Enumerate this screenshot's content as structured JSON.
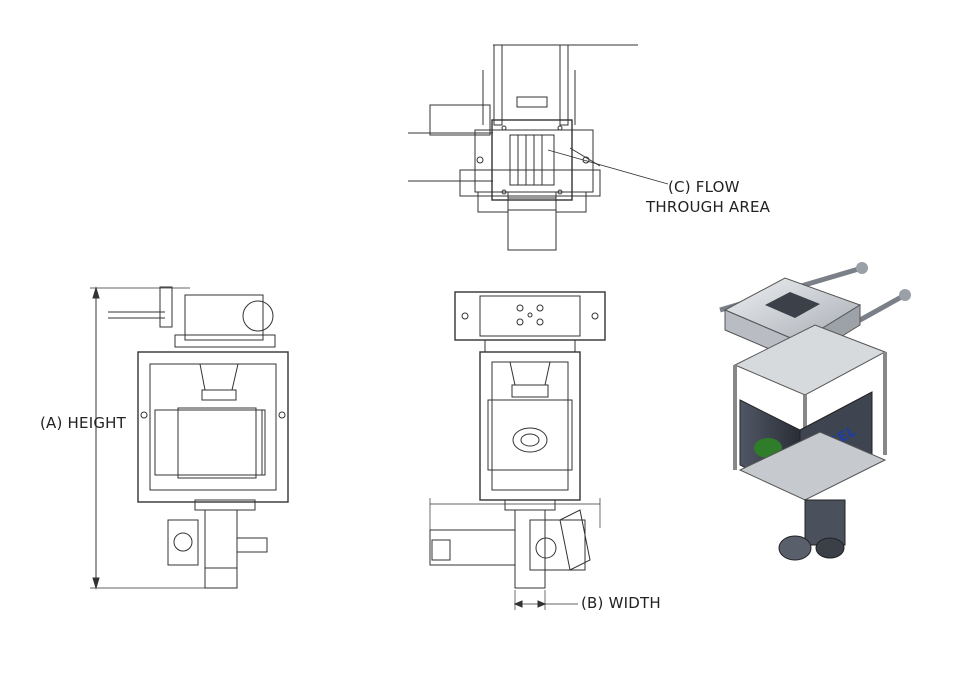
{
  "labels": {
    "flow_line1": "(C) FLOW",
    "flow_line2": "THROUGH AREA",
    "height": "(A) HEIGHT",
    "width": "(B) WIDTH"
  },
  "brand": {
    "logo_text": "CASSEL",
    "colors": {
      "housing": "#3a3f4a",
      "logo_blue": "#1f3f9a",
      "badge_green": "#2f7d2a",
      "frame": "#c9ccd1",
      "line": "#333333"
    }
  }
}
